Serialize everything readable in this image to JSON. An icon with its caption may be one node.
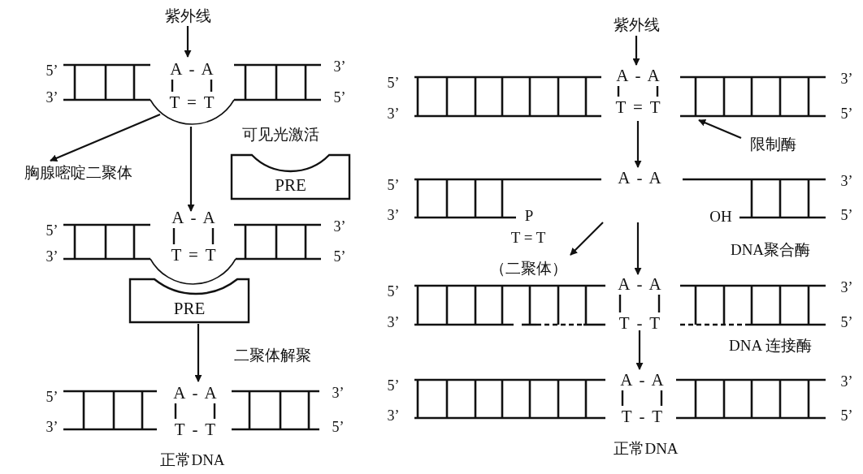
{
  "diagram": {
    "nodes": [
      {
        "text": [
          "紫外线"
        ]
      },
      {
        "text": [
          "A - A",
          "T = T"
        ],
        "beside": [
          "5’",
          "3’",
          "3’",
          "5’"
        ]
      },
      {
        "text": [
          "胸腺嘧啶二聚体"
        ]
      },
      {
        "text": [
          "PRE"
        ]
      },
      {
        "text": [
          "A - A",
          "T = T"
        ],
        "beside": [
          "5’",
          "3’",
          "3’",
          "5’"
        ]
      },
      {
        "text": [
          "PRE"
        ]
      },
      {
        "text": [
          "A - A",
          "T - T"
        ],
        "beside": [
          "5’",
          "3’",
          "3’",
          "5’",
          "正常DNA"
        ]
      },
      {
        "text": [
          "紫外线"
        ]
      },
      {
        "text": [
          "A - A",
          "T = T"
        ],
        "beside": [
          "5’",
          "3’",
          "3’",
          "5’"
        ]
      },
      {
        "text": [
          "限制酶"
        ]
      },
      {
        "text": [
          "A - A",
          "P",
          "OH"
        ],
        "beside": [
          "5’",
          "3’",
          "3’",
          "5’"
        ]
      },
      {
        "text": [
          "T = T",
          "（二聚体）"
        ]
      },
      {
        "text": [
          "A - A",
          "T - T"
        ],
        "beside": [
          "5’",
          "3’",
          "3’",
          "5’"
        ]
      },
      {
        "text": [
          "A - A",
          "T - T"
        ],
        "beside": [
          "5’",
          "3’",
          "3’",
          "5’",
          "正常DNA"
        ]
      }
    ],
    "edges": [
      {
        "from": 0,
        "to": 1,
        "arrow": "to"
      },
      {
        "from": 1,
        "to": 2,
        "arrow": "to"
      },
      {
        "from": 1,
        "to": 4,
        "arrow": "to"
      },
      {
        "from": 5,
        "to": 6,
        "arrow": "to",
        "label": "二聚体解聚"
      },
      {
        "from": 7,
        "to": 8,
        "arrow": "to"
      },
      {
        "from": 9,
        "to": 8,
        "arrow": "to"
      },
      {
        "from": 8,
        "to": 10,
        "arrow": "to"
      },
      {
        "from": 10,
        "to": 11,
        "arrow": "to"
      },
      {
        "from": 10,
        "to": 12,
        "arrow": "to"
      },
      {
        "from": 12,
        "to": 13,
        "arrow": "to"
      }
    ],
    "labels": [
      "可见光激活",
      "DNA聚合酶",
      "DNA 连接酶"
    ]
  }
}
